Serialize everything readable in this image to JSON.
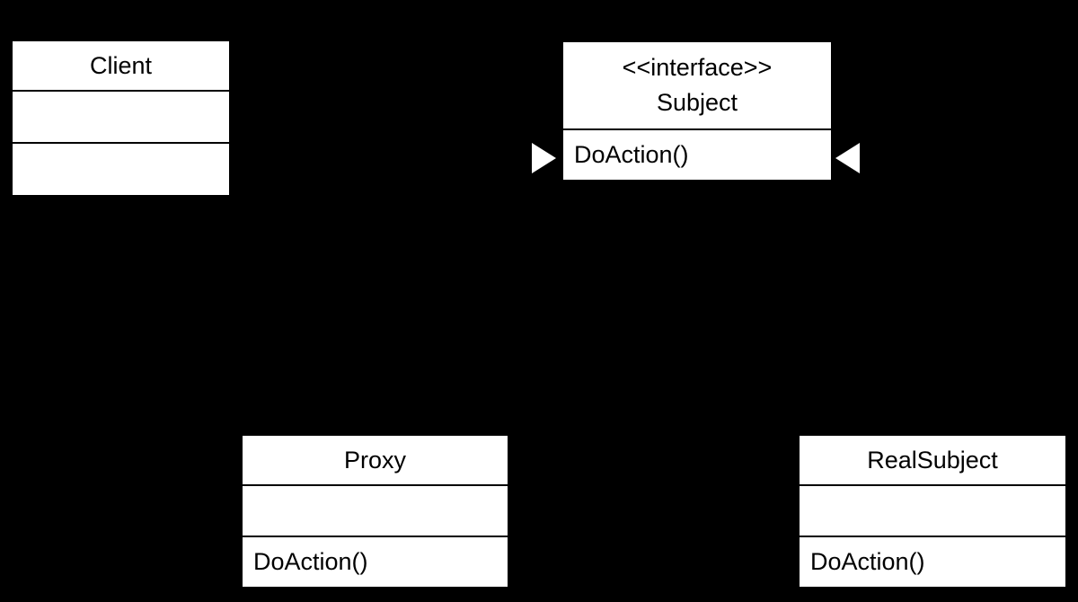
{
  "diagram": {
    "kind": "uml-class-diagram",
    "pattern_name": "Proxy",
    "colors": {
      "background": "#000000",
      "box_fill": "#ffffff",
      "box_border": "#000000",
      "text": "#000000",
      "arrowhead_fill": "#ffffff"
    },
    "classes": {
      "client": {
        "name": "Client",
        "attributes_text": "",
        "methods_text": ""
      },
      "subject": {
        "stereotype": "<<interface>>",
        "name": "Subject",
        "methods_text": "DoAction()"
      },
      "proxy": {
        "name": "Proxy",
        "attributes_text": "",
        "methods_text": "DoAction()"
      },
      "realsubject": {
        "name": "RealSubject",
        "attributes_text": "",
        "methods_text": "DoAction()"
      }
    },
    "arrowheads": [
      {
        "name": "realization-arrowhead-left-of-subject",
        "points": "right",
        "color": "#ffffff"
      },
      {
        "name": "realization-arrowhead-right-of-subject",
        "points": "left",
        "color": "#ffffff"
      }
    ]
  }
}
